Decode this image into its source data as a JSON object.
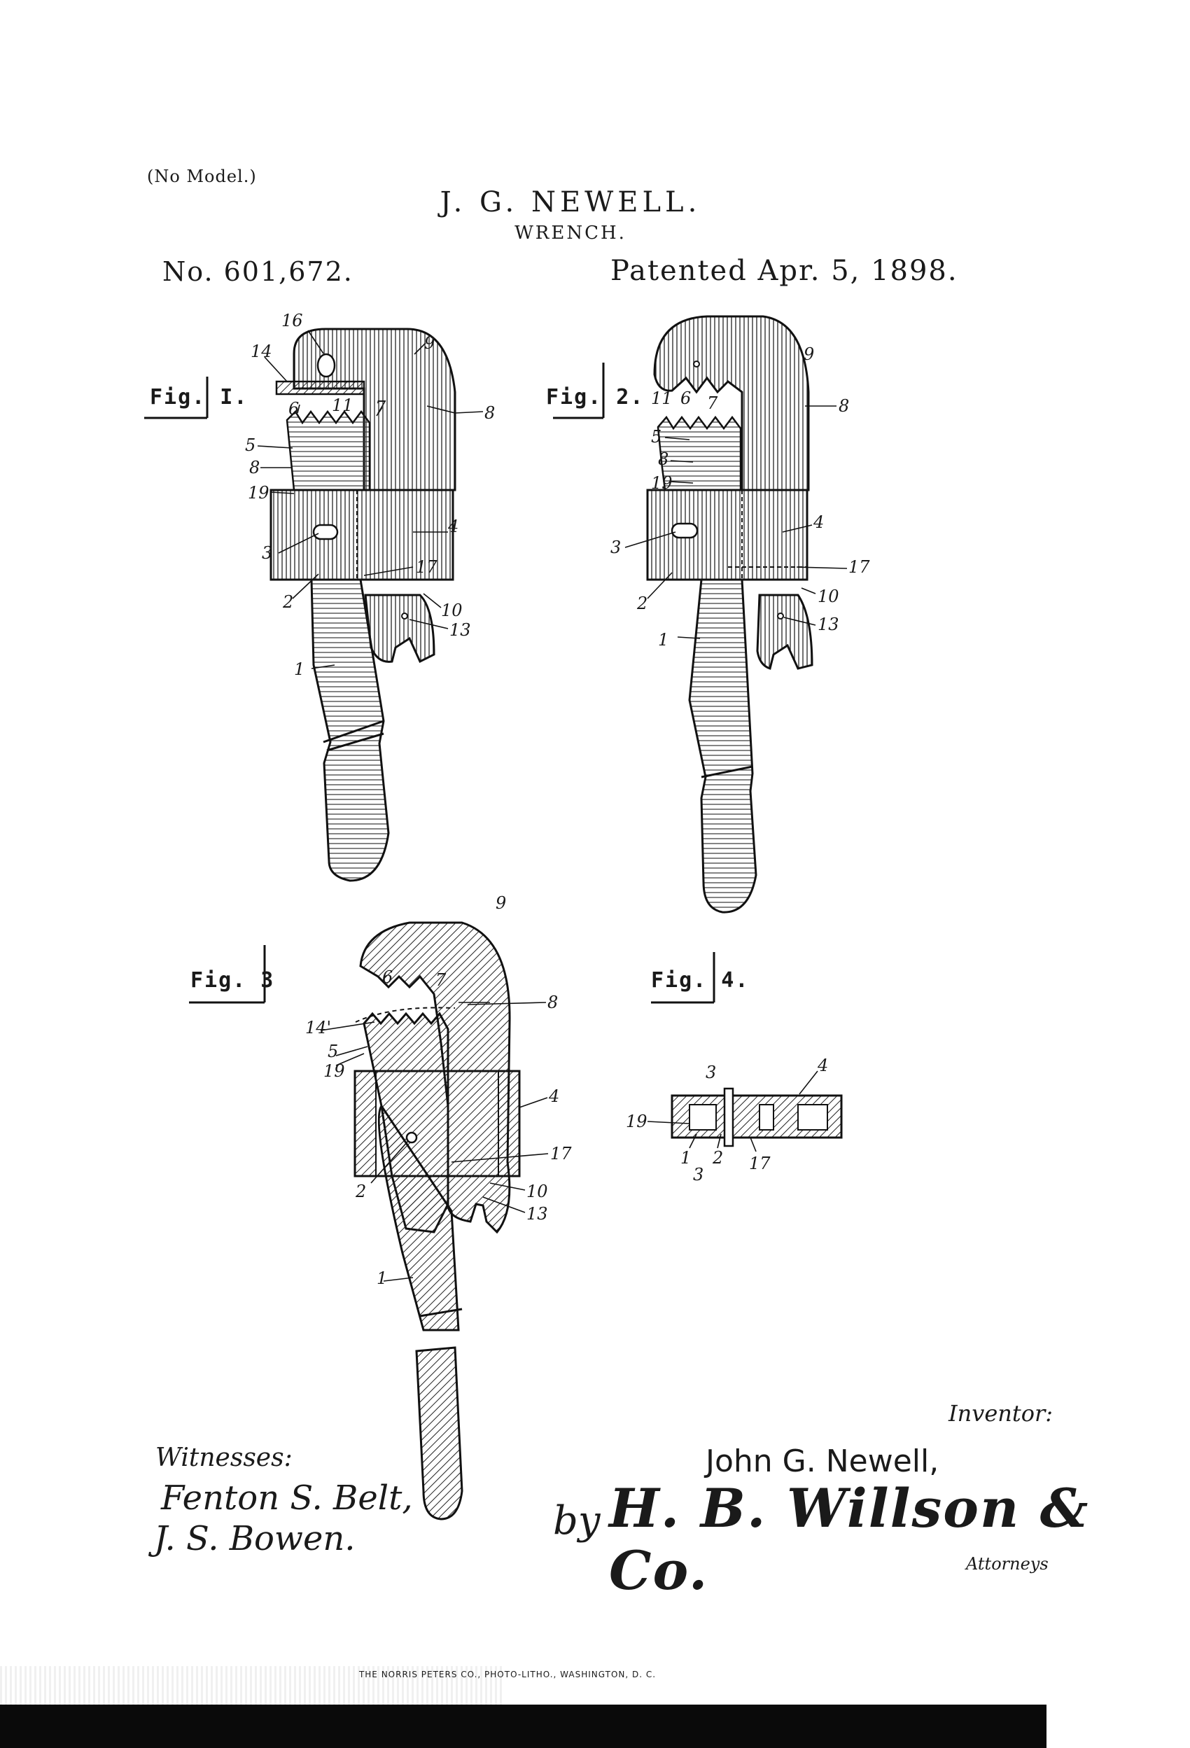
{
  "header": {
    "model_note": "(No Model.)",
    "inventor_header": "J. G. NEWELL.",
    "title": "WRENCH.",
    "patent_number": "No. 601,672.",
    "patent_date": "Patented Apr. 5, 1898."
  },
  "figures": {
    "fig1": {
      "label": "Fig. I.",
      "refs": {
        "r16": "16",
        "r14": "14",
        "r9": "9",
        "r6": "6",
        "r11": "11",
        "r7": "7",
        "r8a": "8",
        "r5": "5",
        "r8b": "8",
        "r19": "19",
        "r4": "4",
        "r3": "3",
        "r17": "17",
        "r2": "2",
        "r10": "10",
        "r13": "13",
        "r1": "1"
      }
    },
    "fig2": {
      "label": "Fig. 2.",
      "refs": {
        "r9": "9",
        "r11": "11",
        "r6": "6",
        "r7": "7",
        "r8a": "8",
        "r5": "5",
        "r8b": "8",
        "r19": "19",
        "r4": "4",
        "r3": "3",
        "r17": "17",
        "r2": "2",
        "r10": "10",
        "r13": "13",
        "r1": "1"
      }
    },
    "fig3": {
      "label": "Fig. 3",
      "refs": {
        "r9": "9",
        "r6": "6",
        "r7": "7",
        "r8": "8",
        "r14": "14'",
        "r5": "5",
        "r19": "19",
        "r4": "4",
        "r17": "17",
        "r2": "2",
        "r10": "10",
        "r13": "13",
        "r1": "1"
      }
    },
    "fig4": {
      "label": "Fig. 4.",
      "refs": {
        "r3a": "3",
        "r4": "4",
        "r19": "19",
        "r1": "1",
        "r2": "2",
        "r3b": "3",
        "r17": "17"
      }
    }
  },
  "signatures": {
    "witnesses_label": "Witnesses:",
    "witness_1": "Fenton S. Belt,",
    "witness_2": "J. S. Bowen.",
    "inventor_label": "Inventor:",
    "inventor_name": "John G. Newell,",
    "by": "by",
    "attorney_firm": "H. B. Willson & Co.",
    "attorney_label": "Attorneys"
  },
  "imprint": "THE NORRIS PETERS CO., PHOTO-LITHO., WASHINGTON, D. C."
}
